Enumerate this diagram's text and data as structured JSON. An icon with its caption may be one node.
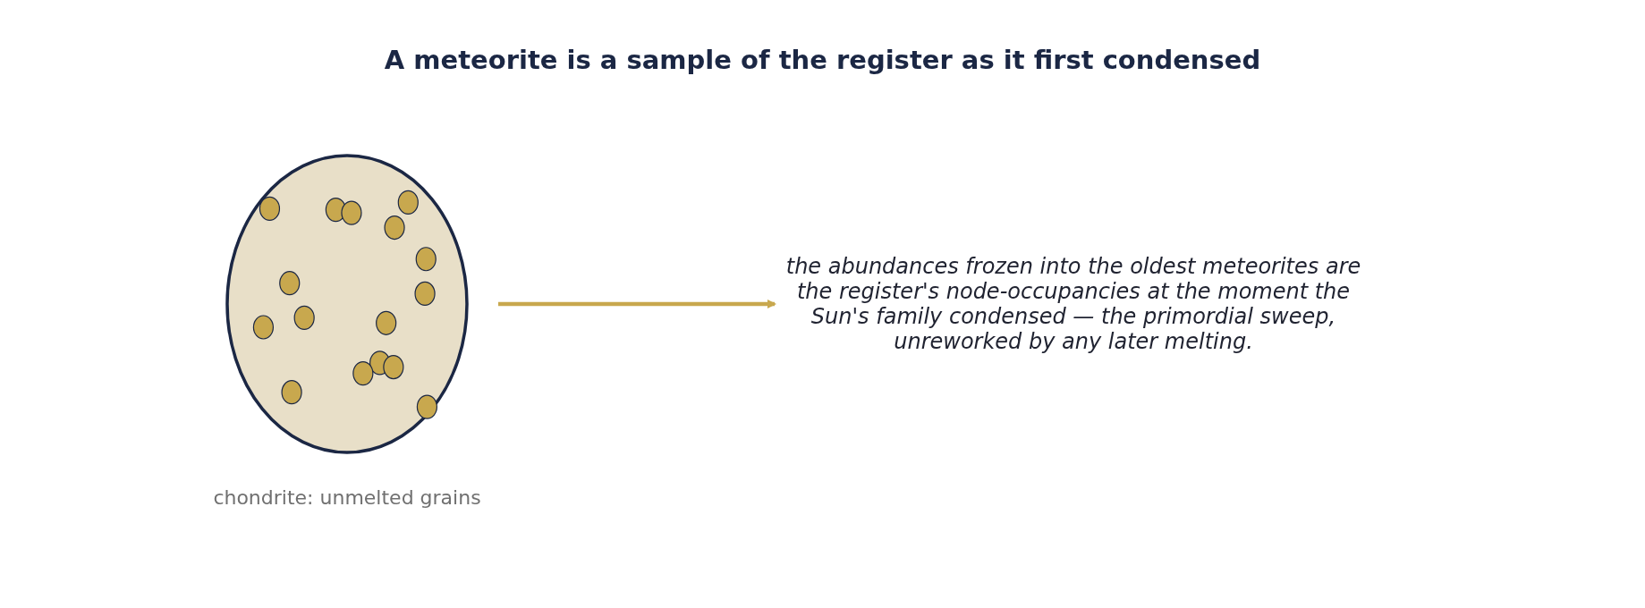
{
  "diagram": {
    "title": "A meteorite is a sample of the register as it first condensed",
    "nodes": [
      {
        "text": [],
        "shape": "ellipse",
        "beside": [
          "chondrite: unmelted grains"
        ]
      },
      {
        "text": [
          "the abundances frozen into the oldest meteorites are the register's node-occupancies at the moment the Sun's family condensed — the primordial sweep, unreworked by any later melting."
        ]
      }
    ],
    "edges": [
      {
        "from": 0,
        "to": 1,
        "arrow": "to"
      }
    ]
  }
}
